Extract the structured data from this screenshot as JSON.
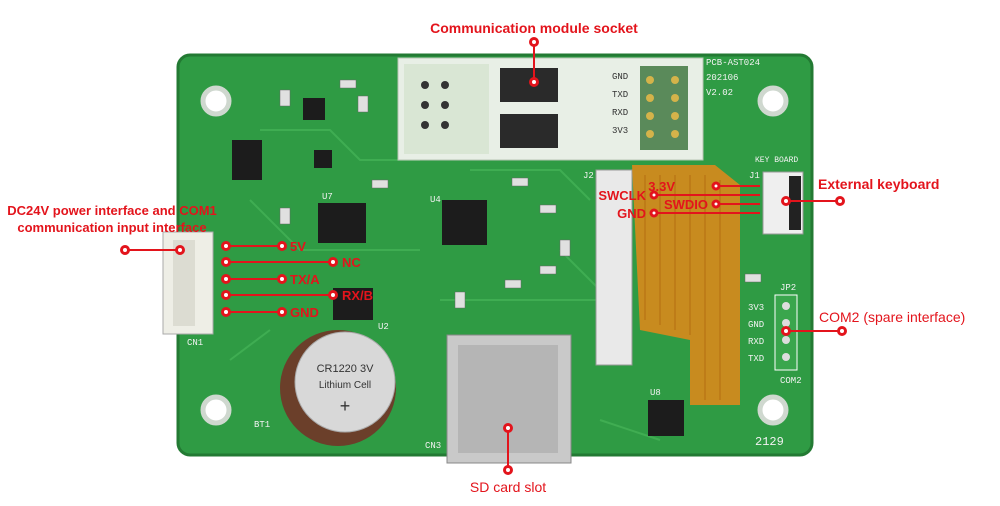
{
  "annotations": {
    "comm_module": "Communication module socket",
    "power_line1": "DC24V power interface and COM1",
    "power_line2": "communication input interface",
    "pin_5v": "5V",
    "pin_nc": "NC",
    "pin_tx": "TX/A",
    "pin_rx": "RX/B",
    "pin_gnd": "GND",
    "swclk": "SWCLK",
    "swdio": "SWDIO",
    "gnd2": "GND",
    "v33": "3.3V",
    "keyboard": "External keyboard",
    "com2": "COM2 (spare interface)",
    "sd": "SD card slot"
  },
  "silkscreen": {
    "board_id": "PCB-AST024",
    "date": "202106",
    "version": "V2.02",
    "battery": "CR1220 3V",
    "battery2": "Lithium Cell",
    "key_board": "KEY BOARD",
    "jp2_pins": [
      "3V3",
      "GND",
      "RXD",
      "TXD"
    ],
    "jp2": "JP2",
    "com2": "COM2",
    "module_pins": [
      "GND",
      "TXD",
      "RXD",
      "3V3"
    ],
    "bt1": "BT1",
    "cn1": "CN1",
    "cn3": "CN3",
    "u2": "U2",
    "u4": "U4",
    "u7": "U7",
    "u8": "U8",
    "j1": "J1",
    "j2": "J2",
    "code": "2129"
  },
  "colors": {
    "accent": "#e3141c",
    "pcb": "#2f9b44"
  }
}
